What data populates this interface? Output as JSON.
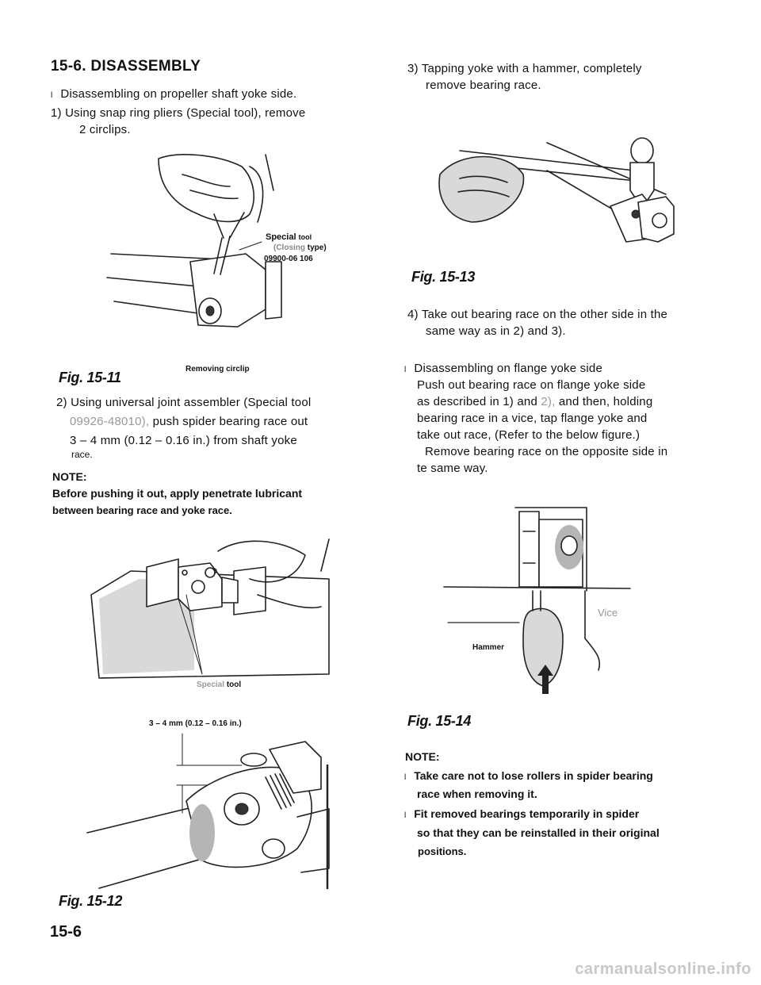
{
  "section_heading": "15-6. DISASSEMBLY",
  "page_number": "15-6",
  "watermark": "carmanualsonline.info",
  "left": {
    "intro_bullet": "l",
    "intro": "Disassembling on propeller shaft yoke side.",
    "step1_line1": "1) Using snap ring pliers (Special tool), remove",
    "step1_line2": "2 circlips.",
    "fig11": {
      "label_special": "Special",
      "label_tool": "tool",
      "label_closing": "(Closing",
      "label_type": "type)",
      "label_partno": "09900-06  106",
      "label_removing": "Removing  circlip",
      "caption": "Fig.  15-11"
    },
    "step2_line1": "2) Using universal joint assembler (Special tool",
    "step2_line2a": "09926-48010),",
    "step2_line2b": "push spider bearing race out",
    "step2_line3": "3 – 4 mm (0.12 – 0.16 in.) from shaft yoke",
    "step2_line4": "race.",
    "note_heading": "NOTE:",
    "note_line1": "Before pushing it out, apply penetrate lubricant",
    "note_line2": "between bearing race and yoke race.",
    "fig_mid": {
      "label_special": "Special",
      "label_tool": "tool"
    },
    "fig12": {
      "label_measure": "3 – 4 mm (0.12 – 0.16 in.)",
      "caption": "Fig.  15-12"
    }
  },
  "right": {
    "step3_line1": "3) Tapping yoke with a hammer, completely",
    "step3_line2": "remove bearing race.",
    "fig13": {
      "caption": "Fig.  15-13"
    },
    "step4_line1": "4) Take out bearing race on the other side in the",
    "step4_line2": "same way as in 2) and 3).",
    "flange_bullet": "l",
    "flange_line1": "Disassembling on flange yoke side",
    "flange_line2": "Push out bearing race on flange yoke side",
    "flange_line3a": "as described in 1) and",
    "flange_line3b": "2),",
    "flange_line3c": "and then, holding",
    "flange_line4": "bearing race in a vice, tap flange yoke and",
    "flange_line5": "take out race, (Refer to the below figure.)",
    "flange_line6": "Remove bearing race on the opposite side in",
    "flange_line7": "te same way.",
    "fig14": {
      "label_vice": "Vice",
      "label_hammer": "Hammer",
      "caption": "Fig.  15-14"
    },
    "note_heading": "NOTE:",
    "note_bullet1": "l",
    "note1_line1": "Take care not to lose rollers in spider bearing",
    "note1_line2": "race when removing it.",
    "note_bullet2": "l",
    "note2_line1": "Fit removed bearings temporarily in spider",
    "note2_line2": "so that they can be reinstalled in their original",
    "note2_line3": "positions."
  }
}
